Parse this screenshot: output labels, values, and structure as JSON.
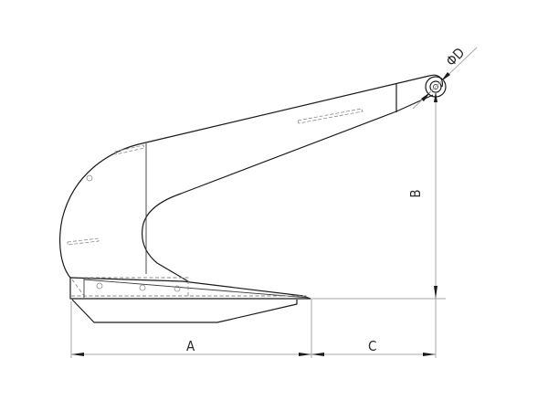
{
  "drawing": {
    "subject": "Plough anchor side view with dimensions",
    "background": "#ffffff",
    "line_color": "#1a1a1a",
    "dimension_line_color": "#a8a8a8",
    "hidden_line_color": "#888888"
  },
  "dimensions": {
    "a": {
      "label": "A",
      "description": "fluke length"
    },
    "b": {
      "label": "B",
      "description": "height from fluke base to shackle hole"
    },
    "c": {
      "label": "C",
      "description": "horizontal distance from fluke tip to shackle hole"
    },
    "d": {
      "label": "ΦD",
      "description": "shackle hole diameter"
    }
  }
}
